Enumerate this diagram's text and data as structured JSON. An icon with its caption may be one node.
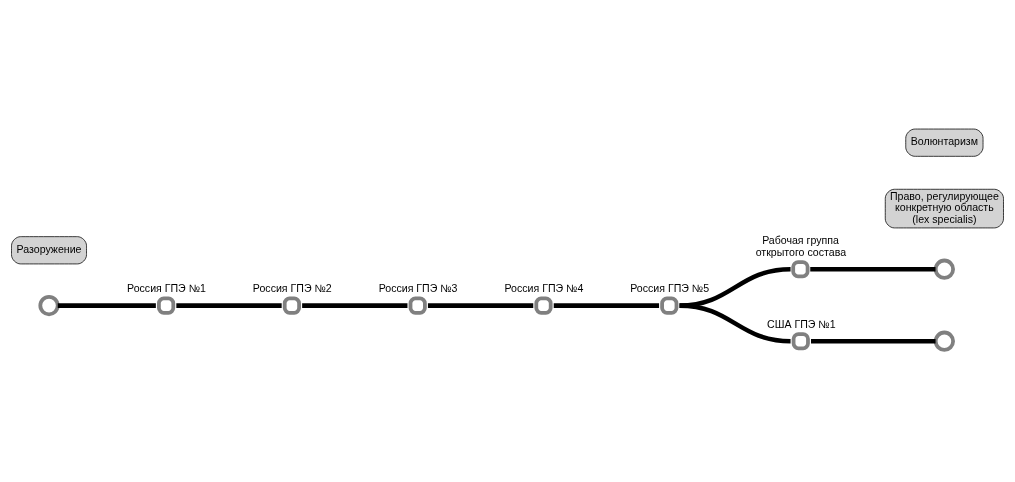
{
  "diagram": {
    "nodes": [
      {
        "text": [],
        "shape": "circle"
      },
      {
        "text": [],
        "shape": "circle",
        "beside": [
          "Россия ГПЭ №1"
        ]
      },
      {
        "text": [],
        "shape": "circle",
        "beside": [
          "Россия ГПЭ №2"
        ]
      },
      {
        "text": [],
        "shape": "circle",
        "beside": [
          "Россия ГПЭ №3"
        ]
      },
      {
        "text": [],
        "shape": "circle",
        "beside": [
          "Россия ГПЭ №4"
        ]
      },
      {
        "text": [],
        "shape": "circle",
        "beside": [
          "Россия ГПЭ №5"
        ]
      },
      {
        "text": [],
        "shape": "circle",
        "beside": [
          "Рабочая группа открытого состава"
        ]
      },
      {
        "text": [],
        "shape": "circle"
      },
      {
        "text": [],
        "shape": "circle",
        "beside": [
          "США ГПЭ №1"
        ]
      },
      {
        "text": [],
        "shape": "circle"
      },
      {
        "text": [
          "Разоружение"
        ]
      },
      {
        "text": [
          "Право, регулирующее конкретную область (lex specialis)"
        ]
      },
      {
        "text": [
          "Волюнтаризм"
        ]
      }
    ],
    "edges": [
      {
        "from": 0,
        "to": 1,
        "arrow": "none"
      },
      {
        "from": 1,
        "to": 2,
        "arrow": "none"
      },
      {
        "from": 2,
        "to": 3,
        "arrow": "none"
      },
      {
        "from": 3,
        "to": 4,
        "arrow": "none"
      },
      {
        "from": 4,
        "to": 5,
        "arrow": "none"
      },
      {
        "from": 5,
        "to": 6,
        "arrow": "none"
      },
      {
        "from": 6,
        "to": 7,
        "arrow": "none"
      },
      {
        "from": 5,
        "to": 8,
        "arrow": "none"
      },
      {
        "from": 8,
        "to": 9,
        "arrow": "none"
      }
    ]
  }
}
